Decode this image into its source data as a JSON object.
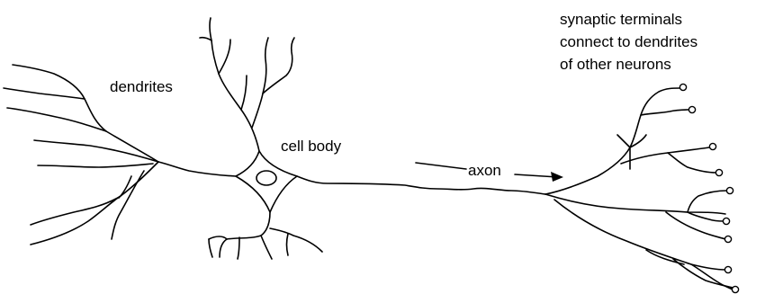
{
  "labels": {
    "dendrites": "dendrites",
    "cell_body": "cell body",
    "axon": "axon",
    "terminals_line1": "synaptic terminals",
    "terminals_line2": "connect to dendrites",
    "terminals_line3": "of other neurons"
  },
  "colors": {
    "ink": "#000000",
    "background": "#ffffff"
  }
}
